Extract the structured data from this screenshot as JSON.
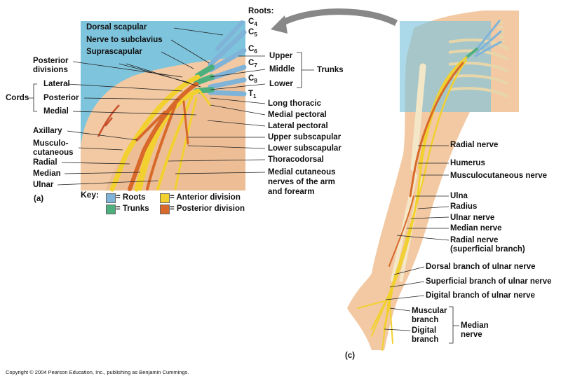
{
  "colors": {
    "roots": "#7fb3d8",
    "trunks": "#4caf7d",
    "anterior": "#f2d030",
    "posterior": "#d8692a",
    "inset_box": "#7ec4dd",
    "skin": "#f2c9a3",
    "bone": "#f3e7c8"
  },
  "panel_a": {
    "roots_title": "Roots:",
    "roots": [
      {
        "base": "C",
        "sub": "4"
      },
      {
        "base": "C",
        "sub": "5"
      },
      {
        "base": "C",
        "sub": "6"
      },
      {
        "base": "C",
        "sub": "7"
      },
      {
        "base": "C",
        "sub": "8"
      },
      {
        "base": "T",
        "sub": "1"
      }
    ],
    "trunks_title": "Trunks",
    "trunks": [
      "Upper",
      "Middle",
      "Lower"
    ],
    "cords_title": "Cords",
    "cords": [
      "Lateral",
      "Posterior",
      "Medial"
    ],
    "left_labels": {
      "dorsal_scapular": "Dorsal scapular",
      "nerve_to_subclavius": "Nerve to subclavius",
      "suprascapular": "Suprascapular",
      "posterior_divisions_1": "Posterior",
      "posterior_divisions_2": "divisions",
      "axillary": "Axillary",
      "musculocutaneous_1": "Musculo-",
      "musculocutaneous_2": "cutaneous",
      "radial": "Radial",
      "median": "Median",
      "ulnar": "Ulnar"
    },
    "right_labels": {
      "long_thoracic": "Long thoracic",
      "medial_pectoral": "Medial pectoral",
      "lateral_pectoral": "Lateral pectoral",
      "upper_subscapular": "Upper subscapular",
      "lower_subscapular": "Lower subscapular",
      "thoracodorsal": "Thoracodorsal",
      "medial_cutaneous_1": "Medial cutaneous",
      "medial_cutaneous_2": "nerves of the arm",
      "medial_cutaneous_3": "and forearm"
    },
    "panel_label": "(a)",
    "key": {
      "title": "Key:",
      "roots": "= Roots",
      "trunks": "= Trunks",
      "anterior": "= Anterior division",
      "posterior": "= Posterior division"
    }
  },
  "panel_c": {
    "panel_label": "(c)",
    "labels": {
      "radial_nerve": "Radial nerve",
      "humerus": "Humerus",
      "musculocutaneous_nerve": "Musculocutaneous nerve",
      "ulna": "Ulna",
      "radius": "Radius",
      "ulnar_nerve": "Ulnar nerve",
      "median_nerve": "Median nerve",
      "radial_superficial_1": "Radial nerve",
      "radial_superficial_2": "(superficial branch)",
      "dorsal_branch": "Dorsal branch of ulnar nerve",
      "superficial_branch": "Superficial branch of ulnar nerve",
      "digital_branch_ulnar": "Digital branch of ulnar nerve",
      "muscular_branch_1": "Muscular",
      "muscular_branch_2": "branch",
      "digital_branch_1": "Digital",
      "digital_branch_2": "branch",
      "median_group_1": "Median",
      "median_group_2": "nerve"
    }
  },
  "copyright": "Copyright © 2004 Pearson Education, Inc., publishing as Benjamin Cummings."
}
